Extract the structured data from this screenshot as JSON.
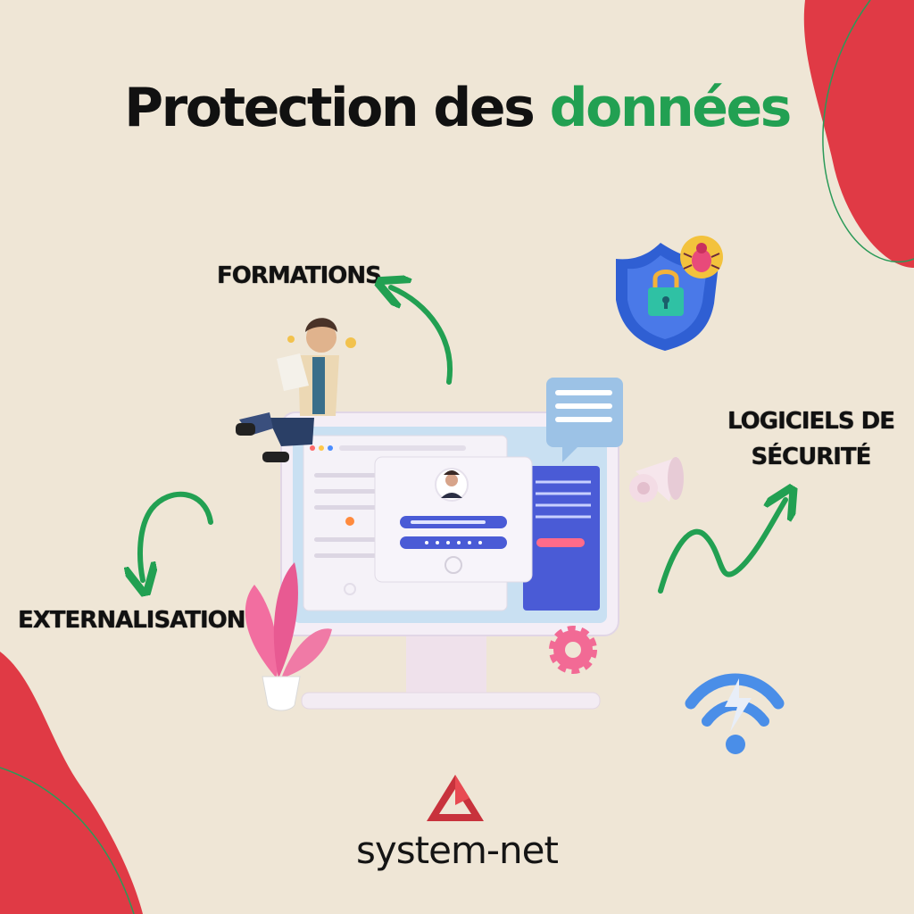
{
  "title": {
    "part1": "Protection des",
    "part2": "données"
  },
  "labels": {
    "formations": "FORMATIONS",
    "logiciels_line1": "LOGICIELS DE",
    "logiciels_line2": "SÉCURITÉ",
    "externalisation": "EXTERNALISATION"
  },
  "brand": {
    "name": "system-net"
  },
  "colors": {
    "background": "#efe6d6",
    "accent_green": "#22a052",
    "blob_red": "#e03a45",
    "title_text": "#111111",
    "monitor_blue": "#4a5bd6"
  },
  "icons": [
    "shield-lock-icon",
    "bug-icon",
    "chat-bubble-icon",
    "megaphone-icon",
    "gear-icon",
    "wifi-icon",
    "plant-icon",
    "person-figure",
    "brand-logo-icon"
  ]
}
